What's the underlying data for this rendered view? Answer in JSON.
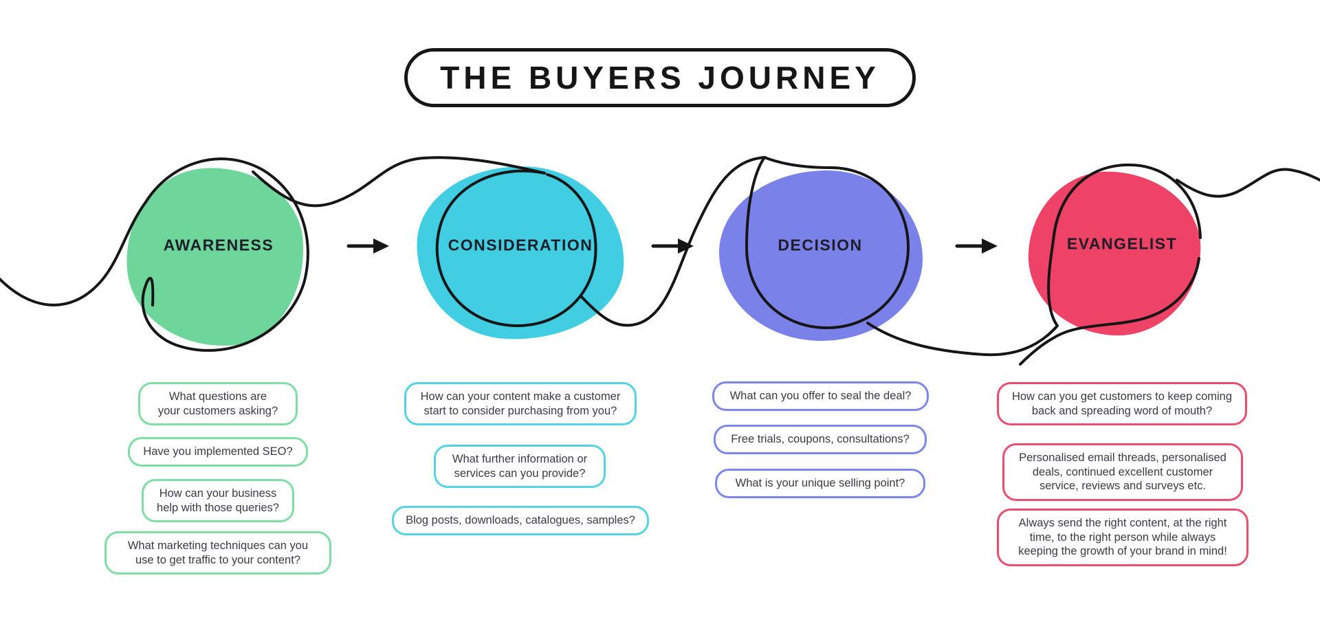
{
  "title": "THE BUYERS JOURNEY",
  "colors": {
    "ink": "#161616",
    "label_text": "#1e1e28",
    "bubble_text": "#3a3a44"
  },
  "stages": [
    {
      "id": "awareness",
      "label": "AWARENESS",
      "color": "#6ed69b",
      "bubble_border": "#7fdda6",
      "questions": [
        "What questions are\nyour customers asking?",
        "Have you implemented SEO?",
        "How can your business\nhelp with those queries?",
        "What marketing techniques can you\nuse  to get traffic to your content?"
      ]
    },
    {
      "id": "consideration",
      "label": "CONSIDERATION",
      "color": "#41cee3",
      "bubble_border": "#55d3e5",
      "questions": [
        "How can your content make a customer\nstart to consider purchasing from you?",
        "What further information or\nservices can you provide?",
        "Blog posts, downloads, catalogues, samples?"
      ]
    },
    {
      "id": "decision",
      "label": "DECISION",
      "color": "#7a81e8",
      "bubble_border": "#7d86e9",
      "questions": [
        "What can you offer to seal the deal?",
        "Free trials, coupons, consultations?",
        "What is your unique selling point?"
      ]
    },
    {
      "id": "evangelist",
      "label": "EVANGELIST",
      "color": "#ee4266",
      "bubble_border": "#e94e70",
      "questions": [
        "How can you get customers to keep coming\nback and spreading word of mouth?",
        "Personalised email threads, personalised\ndeals, continued excellent customer\nservice, reviews and surveys etc.",
        "Always send the right content, at the right\ntime, to the right person while always\nkeeping the growth of your brand in mind!"
      ]
    }
  ]
}
